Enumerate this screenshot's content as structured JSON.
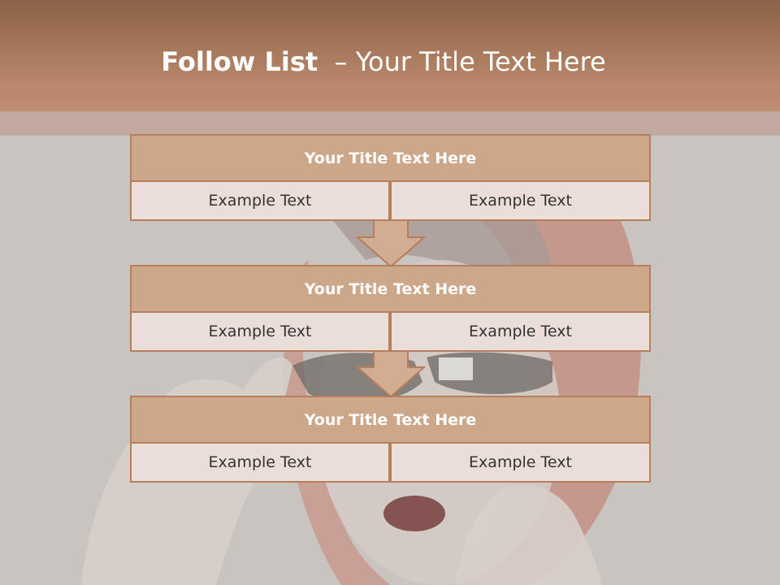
{
  "slide": {
    "title_bold": "Follow List",
    "title_rest": "– Your Title Text Here"
  },
  "blocks": [
    {
      "title": "Your Title Text Here",
      "left": "Example Text",
      "right": "Example Text"
    },
    {
      "title": "Your Title Text Here",
      "left": "Example Text",
      "right": "Example Text"
    },
    {
      "title": "Your Title Text Here",
      "left": "Example Text",
      "right": "Example Text"
    }
  ],
  "colors": {
    "header": "#b9876a",
    "title_fill": "#cda78a",
    "cell_fill": "#ebddd7",
    "border": "#b57f5e",
    "background": "#c9c4c0"
  },
  "icons": [
    "down-arrow-icon",
    "down-arrow-icon"
  ]
}
